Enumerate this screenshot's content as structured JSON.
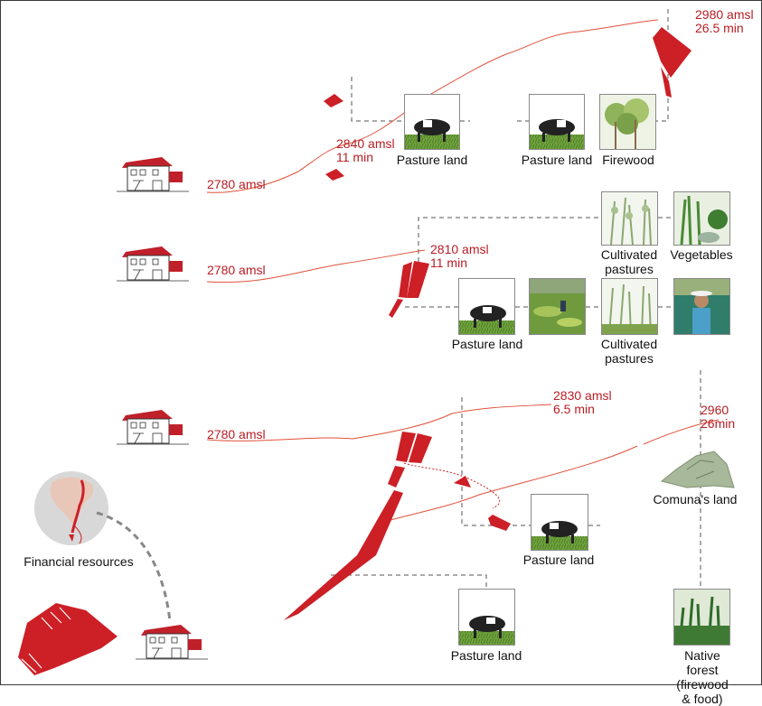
{
  "colors": {
    "accent": "#cc1f26",
    "route": "#e0523a",
    "dash": "#555555",
    "label_red": "#b81d24"
  },
  "rows": [
    {
      "start_altitude": "2780 amsl",
      "stops": [
        {
          "altitude": "2840 amsl",
          "time": "11 min"
        },
        {
          "altitude": "2980 amsl",
          "time": "26.5 min"
        }
      ],
      "plots": [
        "Pasture land",
        "Pasture land",
        "Firewood"
      ]
    },
    {
      "start_altitude": "2780 amsl",
      "stops": [
        {
          "altitude": "2810 amsl",
          "time": "11 min"
        }
      ],
      "plots": [
        "Cultivated\npastures",
        "Vegetables",
        "Pasture land",
        "Cultivated\npastures"
      ]
    },
    {
      "start_altitude": "2780 amsl",
      "stops": [
        {
          "altitude": "2830 amsl",
          "time": "6.5 min"
        },
        {
          "altitude": "2960",
          "time": "26min"
        }
      ],
      "plots": [
        "Comuna's land",
        "Pasture land",
        "Pasture land",
        "Native forest\n(firewood & food)"
      ]
    }
  ],
  "financial_label": "Financial resources"
}
